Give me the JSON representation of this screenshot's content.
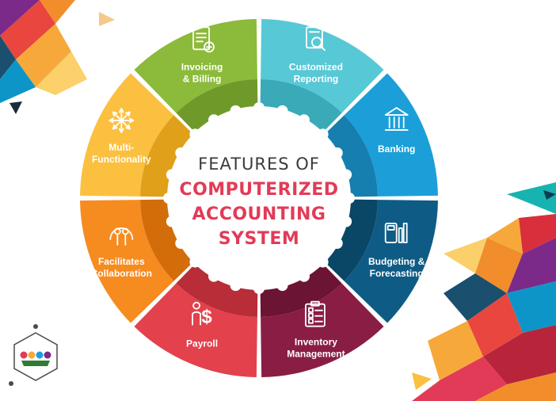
{
  "center": {
    "line1": "FEATURES OF",
    "line2": "COMPUTERIZED",
    "line3": "ACCOUNTING",
    "line4": "SYSTEM",
    "accent_color": "#e23b57",
    "text_color": "#3a3a3a"
  },
  "segments": [
    {
      "lines": [
        "Invoicing",
        "& Billing"
      ],
      "color": "#8cba3a",
      "inner": "#6f9a2a",
      "icon": "invoice-icon"
    },
    {
      "lines": [
        "Customized",
        "Reporting"
      ],
      "color": "#57c8d6",
      "inner": "#3aa9b8",
      "icon": "report-search-icon"
    },
    {
      "lines": [
        "Banking"
      ],
      "color": "#1c9fd8",
      "inner": "#167fb0",
      "icon": "bank-icon"
    },
    {
      "lines": [
        "Budgeting &",
        "Forecasting"
      ],
      "color": "#0e5c86",
      "inner": "#0a4666",
      "icon": "calculator-chart-icon"
    },
    {
      "lines": [
        "Inventory",
        "Management"
      ],
      "color": "#8a1d44",
      "inner": "#6b1433",
      "icon": "clipboard-checklist-icon"
    },
    {
      "lines": [
        "Payroll"
      ],
      "color": "#e3414c",
      "inner": "#b82d38",
      "icon": "payroll-dollar-icon"
    },
    {
      "lines": [
        "Facilitates",
        "Collaboration"
      ],
      "color": "#f68b1f",
      "inner": "#d26d0a",
      "icon": "collaboration-people-icon"
    },
    {
      "lines": [
        "Multi-",
        "Functionality"
      ],
      "color": "#fbc040",
      "inner": "#e0a01a",
      "icon": "multi-arrows-icon"
    }
  ]
}
